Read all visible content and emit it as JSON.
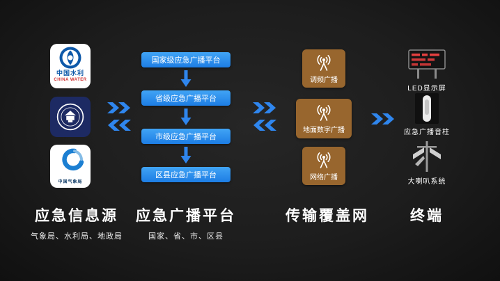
{
  "colors": {
    "background": "#1d1d1d",
    "accent_blue": "#2f86ee",
    "button_blue": "#1d7de4",
    "box_brown": "#98662e",
    "title_white": "#ffffff"
  },
  "icons": {
    "antenna": "radio-antenna",
    "arrow_right": "double-chevron-right",
    "arrow_left": "double-chevron-left",
    "arrow_down": "block-arrow-down"
  },
  "sources": {
    "title": "应急信息源",
    "subtitle": "气象局、水利局、地政局",
    "logos": [
      {
        "name": "china-water",
        "line1": "中国水利",
        "line2": "CHINA WATER"
      },
      {
        "name": "ministry-seal"
      },
      {
        "name": "meteorological",
        "label": "中国气象局"
      }
    ]
  },
  "platform": {
    "title": "应急广播平台",
    "subtitle": "国家、省、市、区县",
    "levels": [
      {
        "label": "国家级应急广播平台"
      },
      {
        "label": "省级应急广播平台"
      },
      {
        "label": "市级应急广播平台"
      },
      {
        "label": "区县应急广播平台"
      }
    ]
  },
  "transmission": {
    "title": "传输覆盖网",
    "channels": [
      {
        "label": "调频广播"
      },
      {
        "label": "地面数字广播"
      },
      {
        "label": "网络广播"
      }
    ]
  },
  "terminals": {
    "title": "终端",
    "devices": [
      {
        "label": "LED显示屏"
      },
      {
        "label": "应急广播音柱"
      },
      {
        "label": "大喇叭系统"
      }
    ]
  }
}
